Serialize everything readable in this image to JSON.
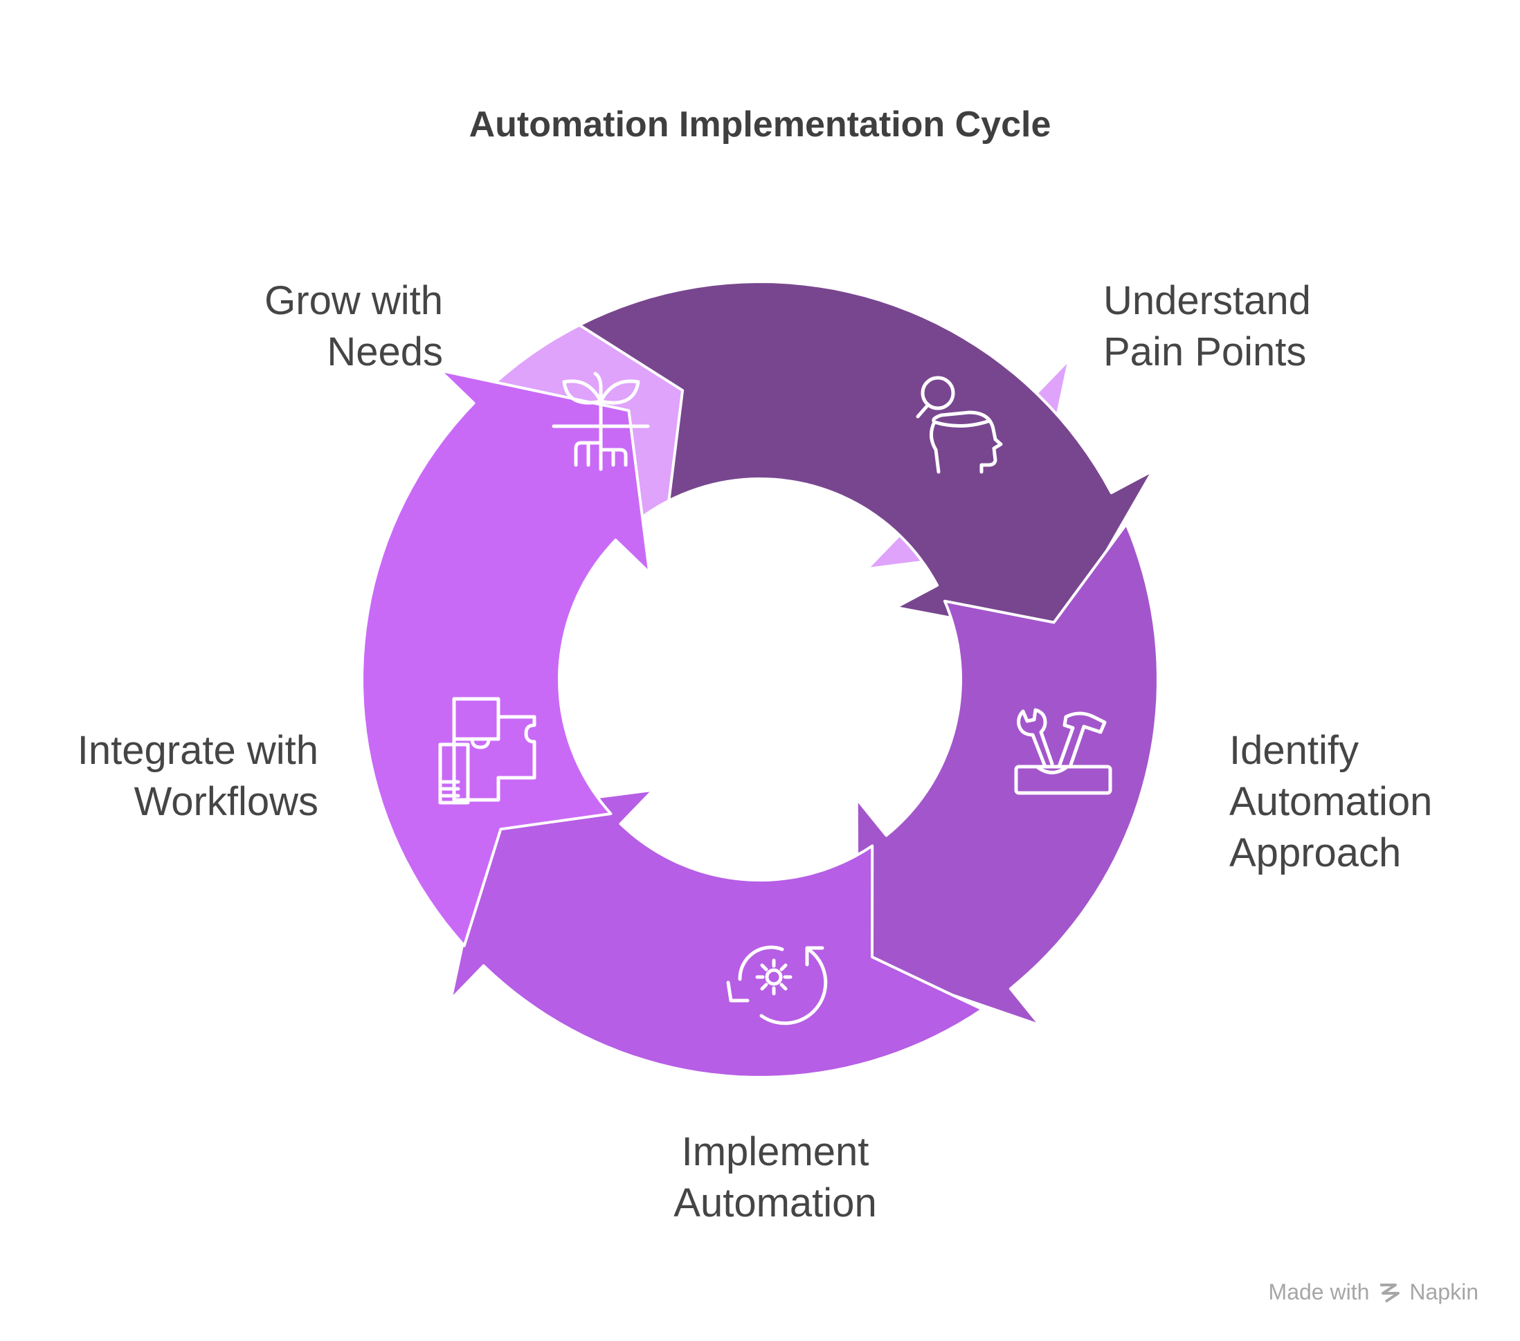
{
  "title": "Automation Implementation Cycle",
  "stages": [
    {
      "id": "understand",
      "lines": [
        "Understand",
        "Pain Points"
      ],
      "color": "#78468f",
      "icon": "person-search-icon"
    },
    {
      "id": "identify",
      "lines": [
        "Identify",
        "Automation",
        "Approach"
      ],
      "color": "#a356cb",
      "icon": "toolbox-icon"
    },
    {
      "id": "implement",
      "lines": [
        "Implement",
        "Automation"
      ],
      "color": "#b65ee5",
      "icon": "gear-cycle-icon"
    },
    {
      "id": "integrate",
      "lines": [
        "Integrate with",
        "Workflows"
      ],
      "color": "#c96af7",
      "icon": "puzzle-documents-icon"
    },
    {
      "id": "grow",
      "lines": [
        "Grow with",
        "Needs"
      ],
      "color": "#dfa3fb",
      "icon": "sprout-roots-icon"
    }
  ],
  "footer": {
    "prefix": "Made with",
    "brand": "Napkin",
    "icon": "napkin-logo-icon"
  }
}
